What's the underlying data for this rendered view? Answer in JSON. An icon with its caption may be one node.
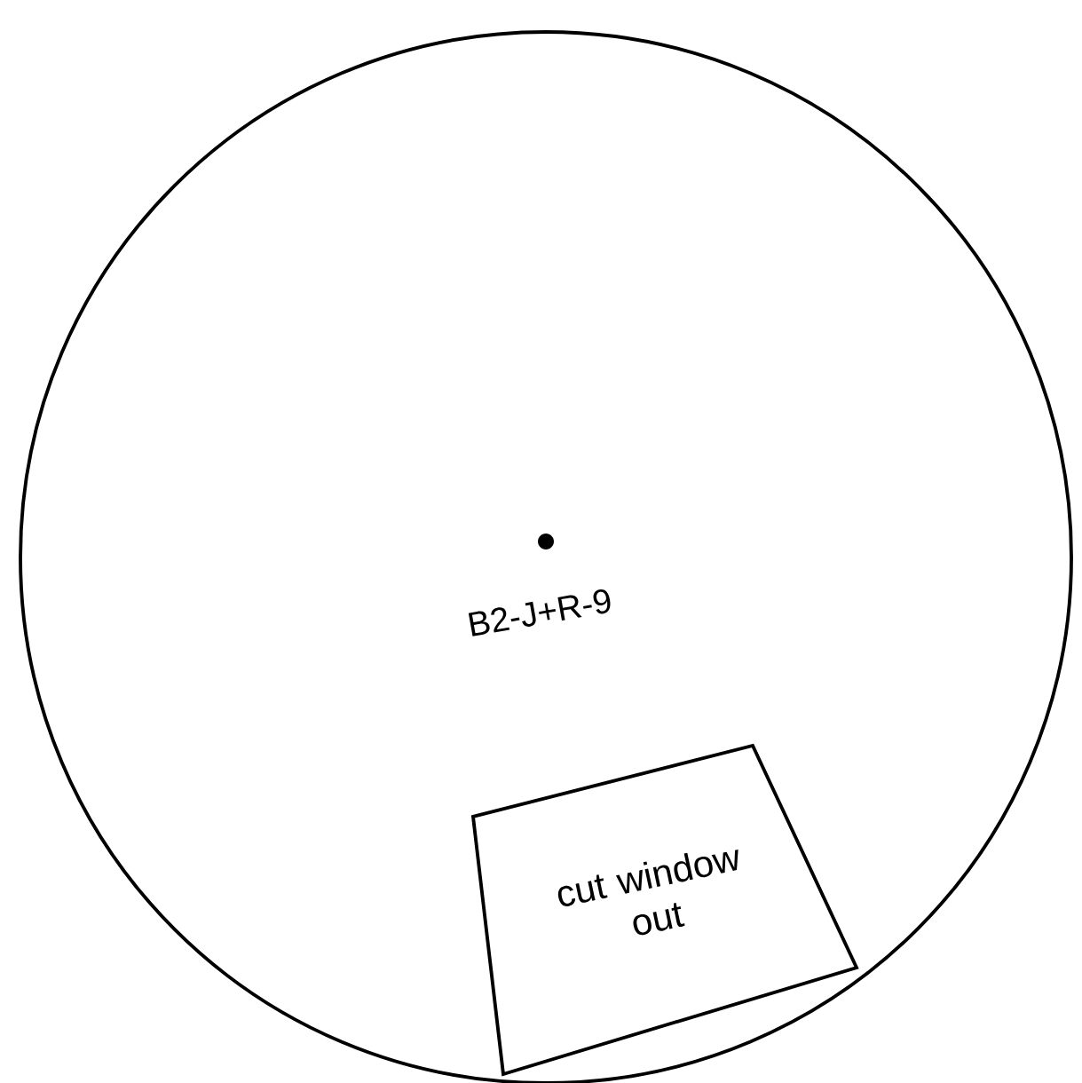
{
  "diagram": {
    "nodes": [
      {
        "text": [
          "B2-J+R-9"
        ]
      },
      {
        "text": [
          "cut window out"
        ],
        "in": 0
      }
    ]
  }
}
